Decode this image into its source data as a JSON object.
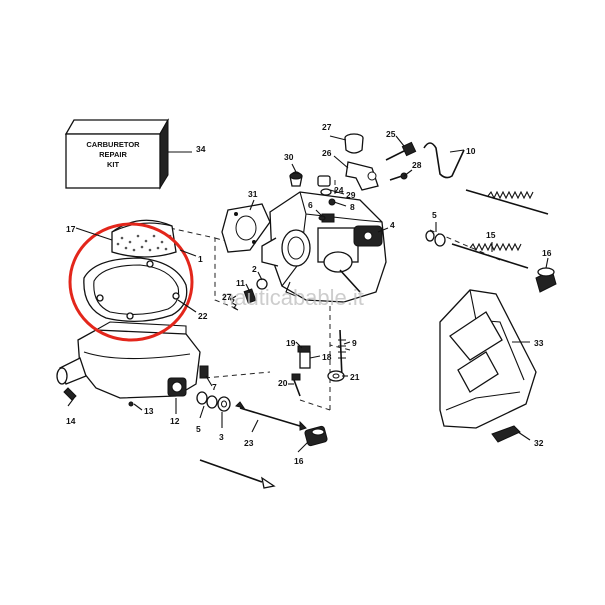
{
  "kit_box": {
    "line1": "CARBURETOR",
    "line2": "REPAIR",
    "line3": "KIT"
  },
  "watermark": "nauticabable.it",
  "highlight_color": "#e3261b",
  "callouts": {
    "c1": "1",
    "c2": "2",
    "c3": "3",
    "c4": "4",
    "c5a": "5",
    "c5b": "5",
    "c6": "6",
    "c7": "7",
    "c8": "8",
    "c9": "9",
    "c10": "10",
    "c11": "11",
    "c12": "12",
    "c13": "13",
    "c14": "14",
    "c15": "15",
    "c16a": "16",
    "c16b": "16",
    "c17": "17",
    "c18": "18",
    "c19": "19",
    "c20": "20",
    "c21": "21",
    "c22": "22",
    "c23": "23",
    "c24": "24",
    "c25": "25",
    "c26": "26",
    "c27a": "27",
    "c27b": "27",
    "c28": "28",
    "c29": "29",
    "c30": "30",
    "c31": "31",
    "c32": "32",
    "c33": "33",
    "c34": "34"
  }
}
